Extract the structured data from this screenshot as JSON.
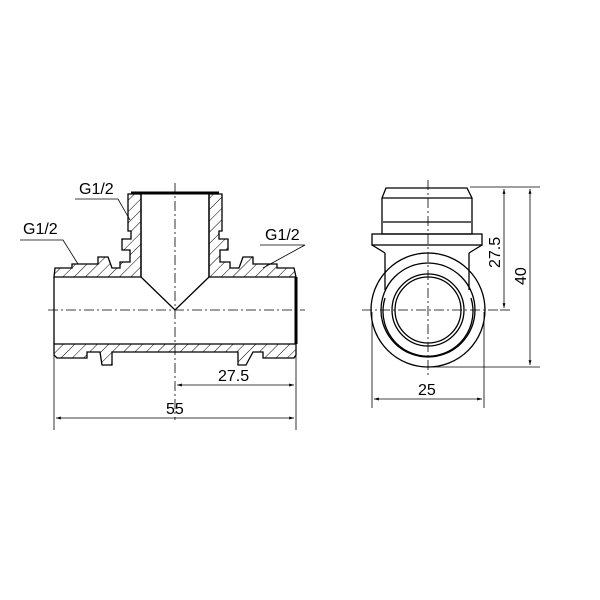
{
  "drawing": {
    "type": "Equal tee fitting — technical drawing",
    "front_view": {
      "thread_labels": {
        "top_branch": "G1/2",
        "left_end": "G1/2",
        "right_end": "G1/2"
      },
      "dimensions": {
        "overall_length": "55",
        "half_length": "27.5"
      }
    },
    "side_view": {
      "dimensions": {
        "width": "25",
        "center_to_top": "27.5",
        "overall_height": "40"
      }
    },
    "colors": {
      "line": "#000000",
      "background": "#ffffff"
    }
  }
}
